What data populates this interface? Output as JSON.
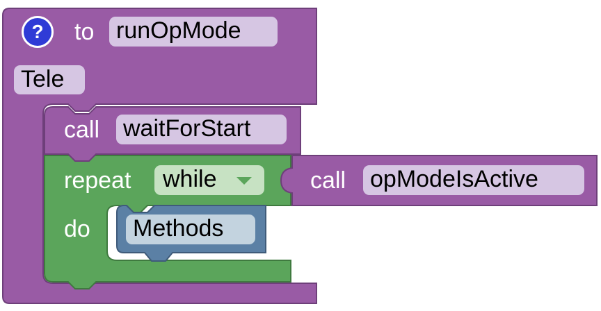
{
  "procedure": {
    "help_icon": "?",
    "to_label": "to",
    "name": "runOpMode",
    "comment_tag": "Tele"
  },
  "wait_block": {
    "call_label": "call",
    "function": "waitForStart"
  },
  "repeat_block": {
    "repeat_label": "repeat",
    "mode": "while",
    "do_label": "do"
  },
  "condition_block": {
    "call_label": "call",
    "function": "opModeIsActive"
  },
  "methods_block": {
    "label": "Methods"
  },
  "colors": {
    "procedure": "#995ba5",
    "repeat": "#5ba55b",
    "methods": "#5b80a5"
  },
  "icons": {
    "help": "question-mark-icon",
    "dropdown": "chevron-down-icon"
  }
}
